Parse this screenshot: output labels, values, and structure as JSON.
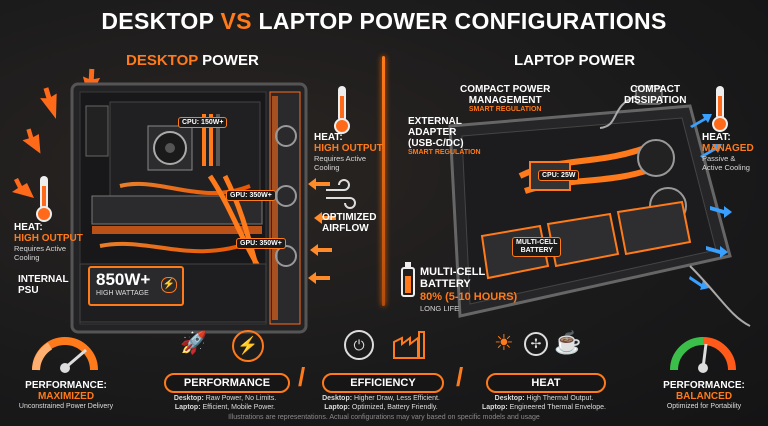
{
  "title": {
    "part1": "DESKTOP ",
    "vs": "VS",
    "part2": " LAPTOP POWER CONFIGURATIONS"
  },
  "desktop": {
    "heading_accent": "DESKTOP",
    "heading_rest": " POWER",
    "cpu_tag": "CPU: 150W+",
    "gpu_tag_1": "GPU: 350W+",
    "gpu_tag_2": "GPU: 350W+",
    "heat_right": {
      "label": "HEAT:",
      "value": "HIGH OUTPUT",
      "desc1": "Requires Active",
      "desc2": "Cooling"
    },
    "heat_left": {
      "label": "HEAT:",
      "value": "HIGH OUTPUT",
      "desc1": "Requires Active",
      "desc2": "Cooling"
    },
    "airflow": {
      "line1": "OPTIMIZED",
      "line2": "AIRFLOW"
    },
    "psu": {
      "label1": "INTERNAL",
      "label2": "PSU",
      "watt": "850W+",
      "watt_sub": "HIGH WATTAGE"
    }
  },
  "laptop": {
    "heading": "LAPTOP POWER",
    "power_mgmt": {
      "line1": "COMPACT POWER",
      "line2": "MANAGEMENT",
      "sub": "SMART REGULATION"
    },
    "dissipation": {
      "line1": "COMPACT",
      "line2": "DISSIPATION"
    },
    "adapter": {
      "line1": "EXTERNAL",
      "line2": "ADAPTER",
      "line3": "(USB-C/DC)",
      "sub": "SMART REGULATION"
    },
    "cpu_tag": "CPU: 25W",
    "battery_tag": {
      "line1": "MULTI-CELL",
      "line2": "BATTERY"
    },
    "heat": {
      "label": "HEAT:",
      "value": "MANAGED",
      "desc1": "Passive &",
      "desc2": "Active Cooling"
    },
    "battery": {
      "line1": "MULTI-CELL",
      "line2": "BATTERY",
      "value": "80% (5-10 HOURS)",
      "sub": "LONG LIFE"
    }
  },
  "bottom": {
    "perf_left": {
      "line1": "PERFORMANCE:",
      "line2": "MAXIMIZED",
      "desc": "Unconstrained Power Delivery"
    },
    "perf_right": {
      "line1": "PERFORMANCE:",
      "line2": "BALANCED",
      "desc": "Optimized for Portability"
    },
    "performance": {
      "title": "PERFORMANCE",
      "d_label": "Desktop:",
      "d_text": " Raw Power, No Limits.",
      "l_label": "Laptop:",
      "l_text": " Efficient, Mobile Power."
    },
    "efficiency": {
      "title": "EFFICIENCY",
      "d_label": "Desktop:",
      "d_text": " Higher Draw, Less Efficient.",
      "l_label": "Laptop:",
      "l_text": " Optimized, Battery Friendly."
    },
    "heat": {
      "title": "HEAT",
      "d_label": "Desktop:",
      "d_text": " High Thermal Output.",
      "l_label": "Laptop:",
      "l_text": " Engineered Thermal Envelope."
    },
    "slash": "/"
  },
  "footer": "Illustrations are representations. Actual configurations may vary based on specific models and usage",
  "colors": {
    "accent": "#ff7a1a",
    "background": "#1c1c1e",
    "cool": "#3aa0ff",
    "gauge_green": "#3cbf4a"
  }
}
